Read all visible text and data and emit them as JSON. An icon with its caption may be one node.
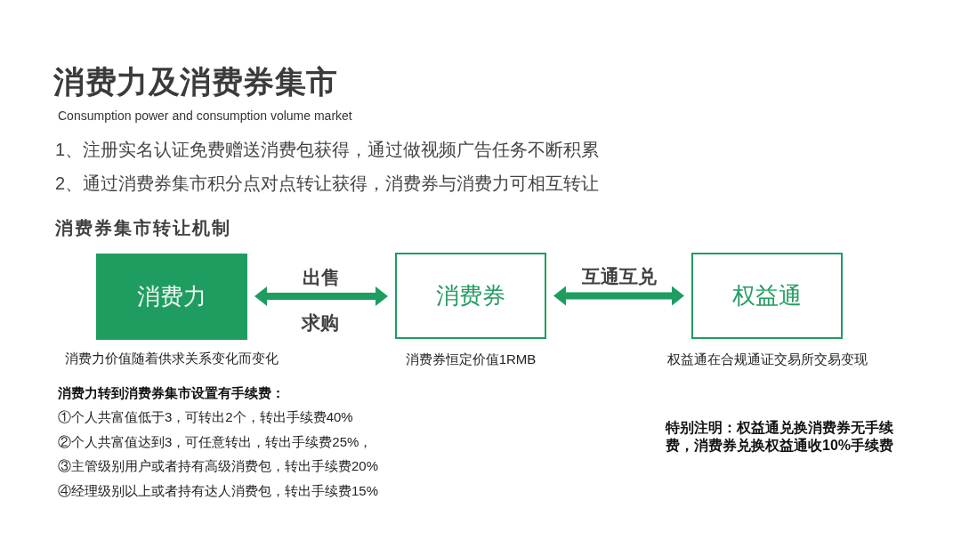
{
  "diagram": {
    "title": "消费力及消费券集市",
    "nodes": [
      {
        "text": [
          "消费力"
        ],
        "beside": [
          "消费力价值随着供求关系变化而变化"
        ]
      },
      {
        "text": [
          "消费券"
        ],
        "beside": [
          "消费券恒定价值1RMB"
        ]
      },
      {
        "text": [
          "权益通"
        ],
        "beside": [
          "权益通在合规通证交易所交易变现"
        ]
      }
    ],
    "edges": [
      {
        "from": 0,
        "to": 1,
        "arrow": "both",
        "label": "出售"
      },
      {
        "from": 1,
        "to": 2,
        "arrow": "both",
        "label": "互通互兑"
      }
    ],
    "labels": [
      "Consumption power and consumption volume market",
      "1、注册实名认证免费赠送消费包获得，通过做视频广告任务不断积累",
      "2、通过消费券集市积分点对点转让获得，消费券与消费力可相互转让",
      "消费券集市转让机制",
      "求购",
      "消费力转到消费券集市设置有手续费：",
      "①个人共富值低于3，可转出2个，转出手续费40%",
      "②个人共富值达到3，可任意转出，转出手续费25%，",
      "③主管级别用户或者持有高级消费包，转出手续费20%",
      "④经理级别以上或者持有达人消费包，转出手续费15%",
      "特别注明：权益通兑换消费券无手续费，消费券兑换权益通收10%手续费"
    ]
  }
}
